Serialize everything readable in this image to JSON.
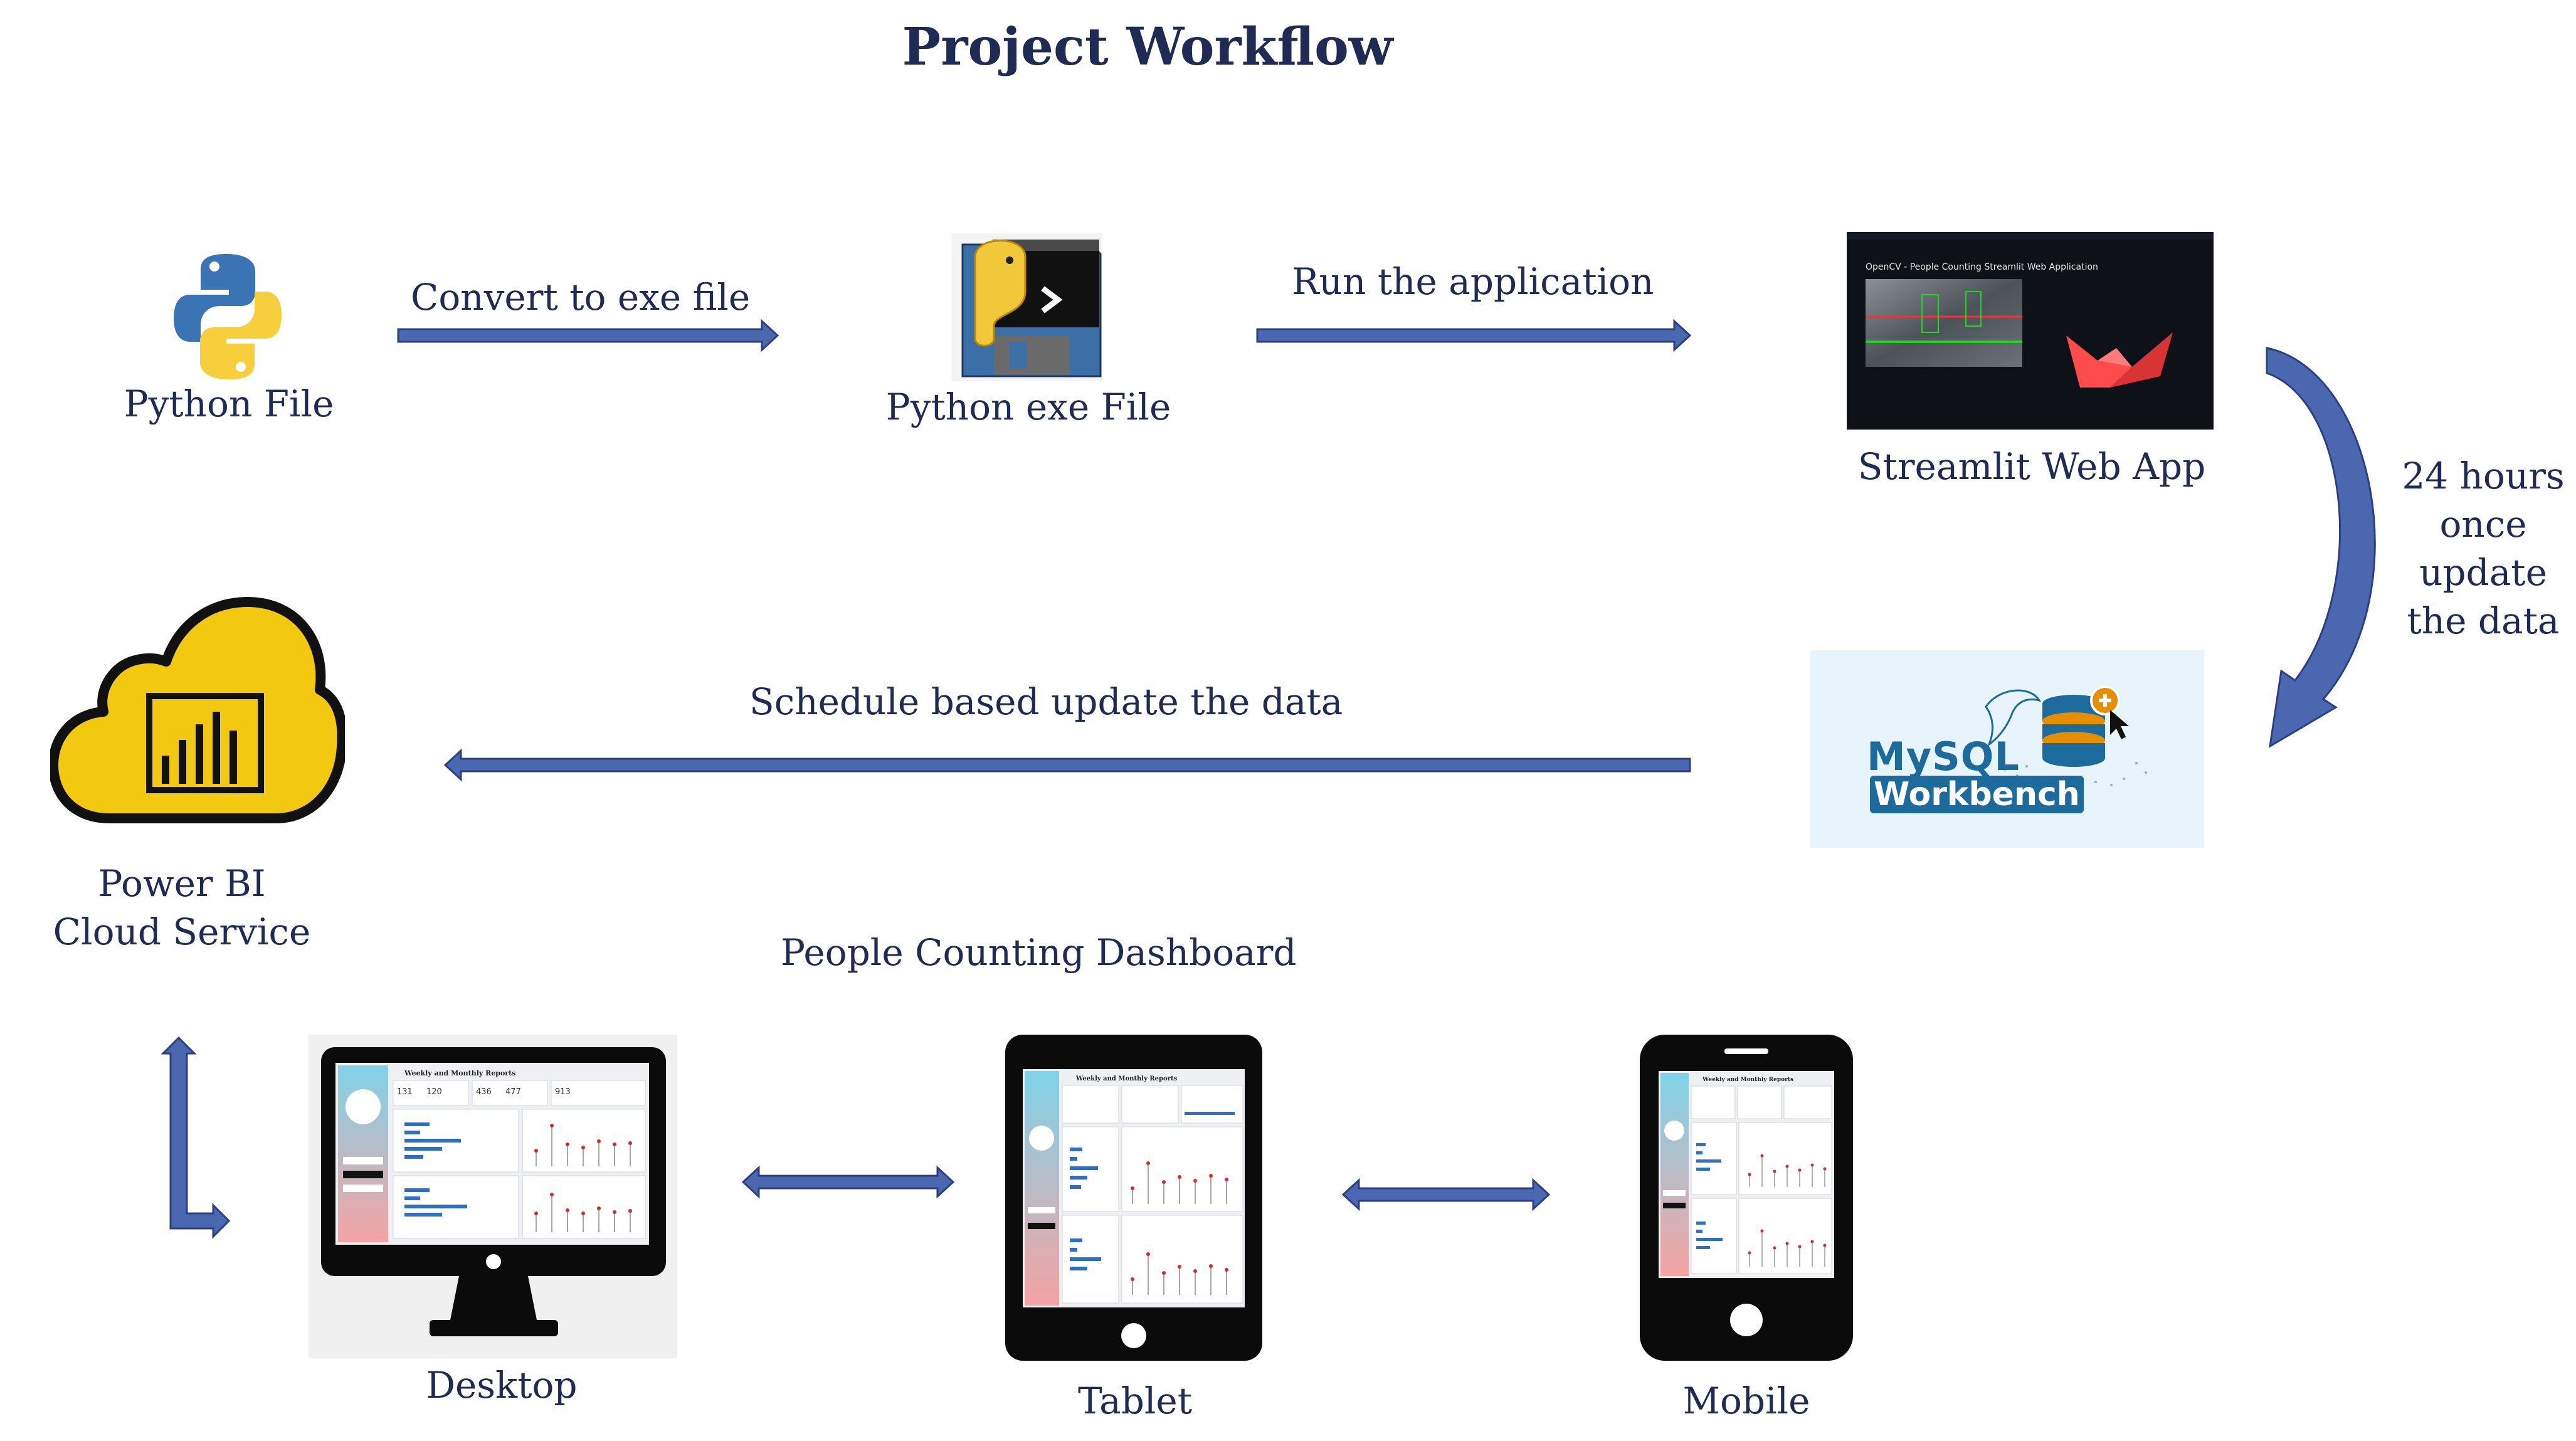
{
  "title": "Project Workflow",
  "nodes": {
    "python_file": {
      "label": "Python File",
      "icon": "python-logo-icon"
    },
    "python_exe": {
      "label": "Python exe File",
      "icon": "python-exe-icon"
    },
    "streamlit": {
      "label": "Streamlit Web App",
      "screen_title": "OpenCV - People Counting Streamlit Web Application",
      "icon": "streamlit-logo-icon"
    },
    "mysql": {
      "label_line1": "MySQL",
      "label_line2": "Workbench",
      "icon": "mysql-workbench-icon"
    },
    "powerbi": {
      "label_line1": "Power BI",
      "label_line2": "Cloud Service",
      "icon": "powerbi-cloud-icon"
    },
    "desktop": {
      "label": "Desktop",
      "screen_title": "Weekly and Monthly Reports"
    },
    "tablet": {
      "label": "Tablet",
      "screen_title": "Weekly and Monthly Reports"
    },
    "mobile": {
      "label": "Mobile",
      "screen_title": "Weekly and Monthly Reports"
    }
  },
  "edges": {
    "convert": "Convert to exe file",
    "run": "Run the application",
    "schedule": "Schedule based update the data",
    "update_line1": "24 hours",
    "update_line2": "once",
    "update_line3": "update",
    "update_line4": "the data",
    "dashboard": "People Counting Dashboard"
  },
  "dashboard_kpis": [
    "131",
    "120",
    "436",
    "477",
    "913"
  ],
  "colors": {
    "text": "#1f2a55",
    "arrow_fill": "#4a67b0",
    "arrow_stroke": "#2c3f80",
    "python_blue": "#3b74b4",
    "python_yellow": "#f7cf3c",
    "powerbi_yellow": "#f2c811",
    "streamlit_red": "#ff3b3b",
    "mysql_blue": "#1c6b9c",
    "mysql_orange": "#e48e00"
  }
}
